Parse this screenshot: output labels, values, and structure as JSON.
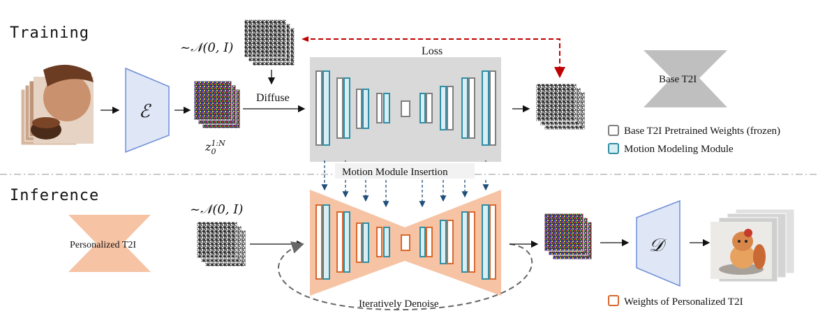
{
  "sections": {
    "training": "Training",
    "inference": "Inference"
  },
  "labels": {
    "noise_top": "~𝒩(0, I)",
    "noise_inference": "~𝒩(0, I)",
    "latent": "z",
    "latent_sub": "0",
    "latent_sup": "1:N",
    "diffuse": "Diffuse",
    "loss": "Loss",
    "insertion": "Motion Module Insertion",
    "denoise": "Iteratively Denoise",
    "encoder": "ℰ",
    "decoder": "𝒟",
    "personalized": "Personalized T2I",
    "base_t2i": "Base T2I"
  },
  "legend": {
    "frozen": "Base T2I Pretrained Weights (frozen)",
    "motion": "Motion Modeling Module",
    "personalized": "Weights of Personalized T2I"
  },
  "colors": {
    "gray_unet": "#d9d9d9",
    "peach_unet": "#f6c3a4",
    "encoder_fill": "#dfe6f6",
    "encoder_stroke": "#6f8ed8",
    "frozen_block": "#7f7f7f",
    "motion_block": "#2f8ea6",
    "motion_fill": "#d8eef3",
    "personal_block": "#d8682e",
    "loss_arrow": "#c00000",
    "insert_arrow": "#1f4e79"
  }
}
